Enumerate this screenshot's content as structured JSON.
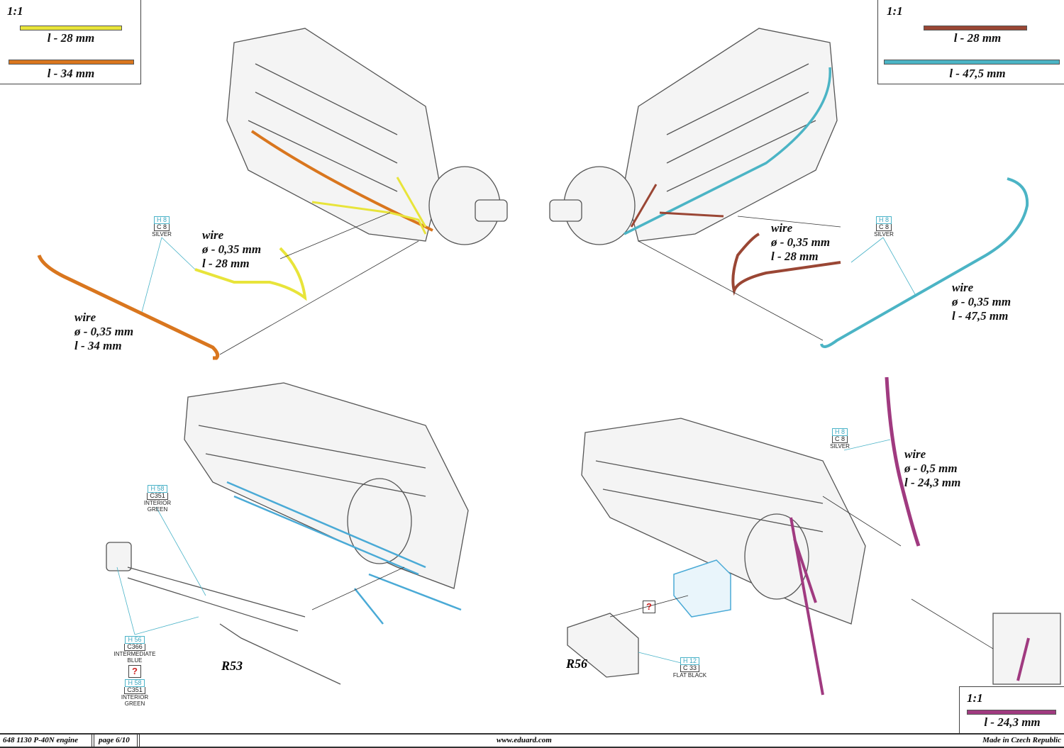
{
  "legend_top_left": {
    "scale": "1:1",
    "items": [
      {
        "label": "l - 28 mm",
        "color": "#e8e43a"
      },
      {
        "label": "l - 34 mm",
        "color": "#d9761e"
      }
    ]
  },
  "legend_top_right": {
    "scale": "1:1",
    "items": [
      {
        "label": "l - 28 mm",
        "color": "#9a4634"
      },
      {
        "label": "l - 47,5 mm",
        "color": "#4bb4c5"
      }
    ]
  },
  "legend_bottom_right": {
    "scale": "1:1",
    "items": [
      {
        "label": "l - 24,3 mm",
        "color": "#a03a80"
      }
    ]
  },
  "wire_labels": {
    "yellow": {
      "title": "wire",
      "diameter": "ø - 0,35 mm",
      "length": "l - 28 mm"
    },
    "orange": {
      "title": "wire",
      "diameter": "ø - 0,35 mm",
      "length": "l - 34 mm"
    },
    "brown": {
      "title": "wire",
      "diameter": "ø - 0,35 mm",
      "length": "l - 28 mm"
    },
    "cyan": {
      "title": "wire",
      "diameter": "ø - 0,35 mm",
      "length": "l - 47,5 mm"
    },
    "magenta": {
      "title": "wire",
      "diameter": "ø - 0,5 mm",
      "length": "l - 24,3 mm"
    }
  },
  "paint_codes": {
    "silver_left": {
      "h": "H 8",
      "c": "C 8",
      "name": "SILVER"
    },
    "silver_right": {
      "h": "H 8",
      "c": "C 8",
      "name": "SILVER"
    },
    "silver_bottom": {
      "h": "H 8",
      "c": "C 8",
      "name": "SILVER"
    },
    "interior_green_top": {
      "h": "H 58",
      "c": "C351",
      "name1": "INTERIOR",
      "name2": "GREEN"
    },
    "intermediate_blue": {
      "h": "H 56",
      "c": "C366",
      "name1": "INTERMEDIATE",
      "name2": "BLUE"
    },
    "interior_green_bottom": {
      "h": "H 58",
      "c": "C351",
      "name1": "INTERIOR",
      "name2": "GREEN"
    },
    "flat_black": {
      "h": "H 12",
      "c": "C 33",
      "name": "FLAT BLACK"
    }
  },
  "unknown_marks": [
    "?",
    "?"
  ],
  "parts": {
    "r53": "R53",
    "r56": "R56"
  },
  "footer": {
    "code": "648 1130  P-40N engine",
    "page": "page 6/10",
    "site": "www.eduard.com",
    "made": "Made in Czech Republic"
  }
}
